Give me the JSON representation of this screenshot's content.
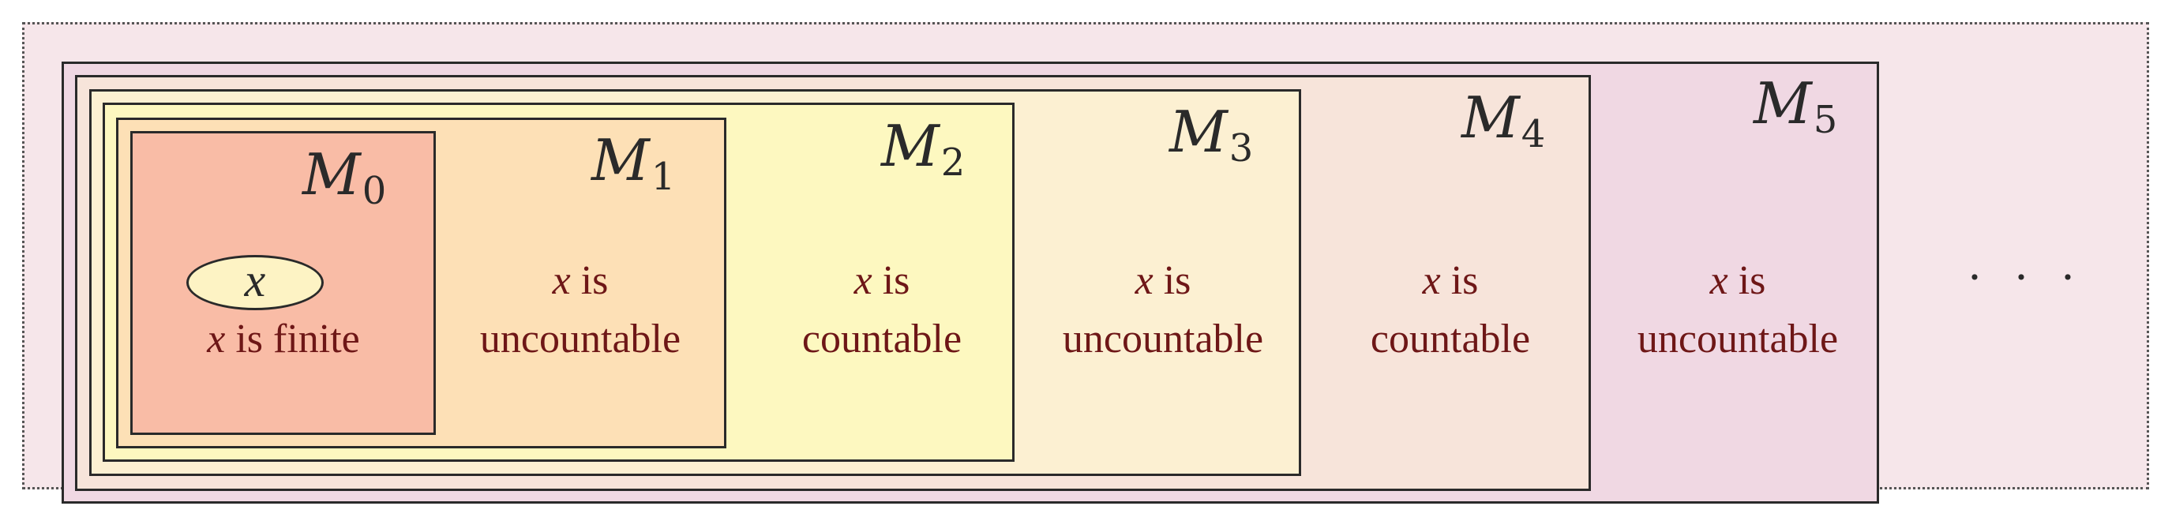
{
  "models": [
    {
      "name": "M",
      "index": "0",
      "property": "is finite"
    },
    {
      "name": "M",
      "index": "1",
      "property_var": "x",
      "property_word": "is",
      "property_line2": "uncountable"
    },
    {
      "name": "M",
      "index": "2",
      "property_var": "x",
      "property_word": "is",
      "property_line2": "countable"
    },
    {
      "name": "M",
      "index": "3",
      "property_var": "x",
      "property_word": "is",
      "property_line2": "uncountable"
    },
    {
      "name": "M",
      "index": "4",
      "property_var": "x",
      "property_word": "is",
      "property_line2": "countable"
    },
    {
      "name": "M",
      "index": "5",
      "property_var": "x",
      "property_word": "is",
      "property_line2": "uncountable"
    }
  ],
  "element": {
    "label": "x"
  },
  "m0_var": "x",
  "continuation": "· · ·",
  "colors": {
    "outer": "#f6e6ea",
    "m5": "#f0d8e3",
    "m4": "#f7e4da",
    "m3": "#fcf0d2",
    "m2": "#fdf8c0",
    "m1": "#fde0b6",
    "m0": "#f9bca6",
    "text": "#6e1717"
  }
}
